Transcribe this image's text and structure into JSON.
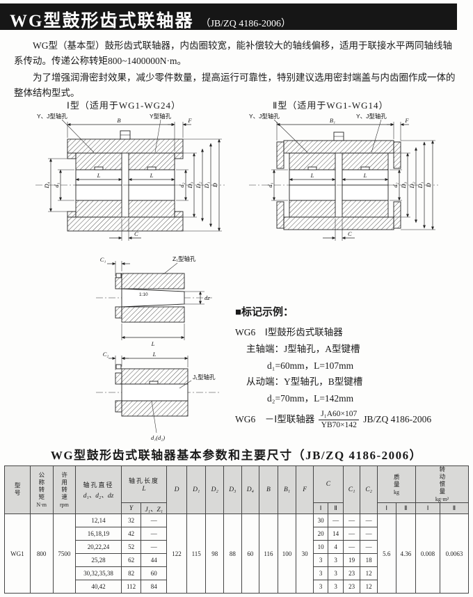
{
  "header": {
    "title": "WG型鼓形齿式联轴器",
    "standard": "（JB/ZQ 4186-2006）"
  },
  "intro": {
    "para1": "WG型（基本型）鼓形齿式联轴器，内齿圈较宽，能补偿较大的轴线偏移，适用于联接水平两同轴线轴系传动。传递公称转矩800~1400000N·m。",
    "para2": "为了增强润滑密封效果，减少零件数量，提高运行可靠性，特别建议选用密封端盖与内齿圈作成一体的整体结构型式。"
  },
  "figures": {
    "fig1": {
      "caption": "Ⅰ型（适用于WG1-WG24）",
      "label_left": "Y、J型轴孔",
      "label_right": "Y型轴孔",
      "dim_B": "B",
      "dim_F": "F",
      "dim_L": "L",
      "dim_C": "C",
      "dim_d1": "d₁",
      "dim_d2": "d₂",
      "dim_D": "D",
      "dim_D1": "D₁",
      "dim_D2": "D₂",
      "dim_D3": "D₃",
      "dim_D4": "D₄"
    },
    "fig2": {
      "caption": "Ⅱ型（适用于WG1-WG14）",
      "label_left": "Y、J型轴孔",
      "label_right": "Y、J型轴孔",
      "dim_B1": "B₁",
      "dim_F": "F",
      "dim_L": "L",
      "dim_C": "C",
      "dim_d1": "d₁",
      "dim_d2": "d₂",
      "dim_D": "D",
      "dim_D1": "D₁",
      "dim_D2": "D₂",
      "dim_D3": "D₃"
    },
    "fig3": {
      "label": "Z₁型轴孔",
      "taper": "1:10",
      "dim_C1": "C₁",
      "dim_dz": "dz",
      "dim_L": "L"
    },
    "fig4": {
      "label": "J₁型轴孔",
      "dim_C2": "C₂",
      "dim_L": "L",
      "dim_d": "d₁(d₂)"
    }
  },
  "marking": {
    "heading": "■标记示例：",
    "line1": "WG6　Ⅰ型鼓形齿式联轴器",
    "line2": "主轴端：J型轴孔，A型键槽",
    "line3": "d₁=60mm，L=107mm",
    "line4": "从动端：Y型轴孔，B型键槽",
    "line5": "d₂=70mm，L=142mm",
    "line6_prefix": "WG6　－Ⅰ型联轴器",
    "fraction_numerator": "J₁A60×107",
    "fraction_denominator": "YB70×142",
    "line6_suffix": "JB/ZQ 4186-2006"
  },
  "table": {
    "title": "WG型鼓形齿式联轴器基本参数和主要尺寸（JB/ZQ 4186-2006）",
    "headers": {
      "model": "型号",
      "torque_label": "公称转矩",
      "torque_unit": "N·m",
      "speed_label": "许用转速",
      "speed_unit": "rpm",
      "bore_dia_label": "轴孔直径",
      "bore_dia_sub": "d₁、d₂、dz",
      "bore_len_label": "轴孔长度",
      "bore_len_sub": "L",
      "col_Y": "Y",
      "col_J1Z1": "J₁、Z₁",
      "D": "D",
      "D1": "D₁",
      "D2": "D₂",
      "D3": "D₃",
      "D4": "D₄",
      "B": "B",
      "B1": "B₁",
      "F": "F",
      "C": "C",
      "C1": "C₁",
      "C2": "C₂",
      "roman1": "Ⅰ",
      "roman2": "Ⅱ",
      "mass_label": "质量",
      "mass_unit": "kg",
      "inertia_label": "转动惯量",
      "inertia_unit": "kg·m²"
    },
    "row": {
      "model": "WG1",
      "torque": "800",
      "speed": "7500",
      "D": "122",
      "D1": "115",
      "D2": "98",
      "D3": "88",
      "D4": "60",
      "B": "116",
      "B1": "100",
      "F": "30",
      "mass_I": "5.6",
      "mass_II": "4.36",
      "inertia_I": "0.008",
      "inertia_II": "0.0063",
      "subrows": [
        {
          "dia": "12,14",
          "Y": "32",
          "J": "—",
          "CI": "30",
          "CII": "—",
          "C1": "—",
          "C2": "—"
        },
        {
          "dia": "16,18,19",
          "Y": "42",
          "J": "—",
          "CI": "20",
          "CII": "14",
          "C1": "—",
          "C2": "—"
        },
        {
          "dia": "20,22,24",
          "Y": "52",
          "J": "—",
          "CI": "10",
          "CII": "4",
          "C1": "—",
          "C2": "—"
        },
        {
          "dia": "25,28",
          "Y": "62",
          "J": "44",
          "CI": "3",
          "CII": "3",
          "C1": "19",
          "C2": "18"
        },
        {
          "dia": "30,32,35,38",
          "Y": "82",
          "J": "60",
          "CI": "3",
          "CII": "3",
          "C1": "23",
          "C2": "12"
        },
        {
          "dia": "40,42",
          "Y": "112",
          "J": "84",
          "CI": "3",
          "CII": "3",
          "C1": "23",
          "C2": "12"
        }
      ]
    }
  }
}
